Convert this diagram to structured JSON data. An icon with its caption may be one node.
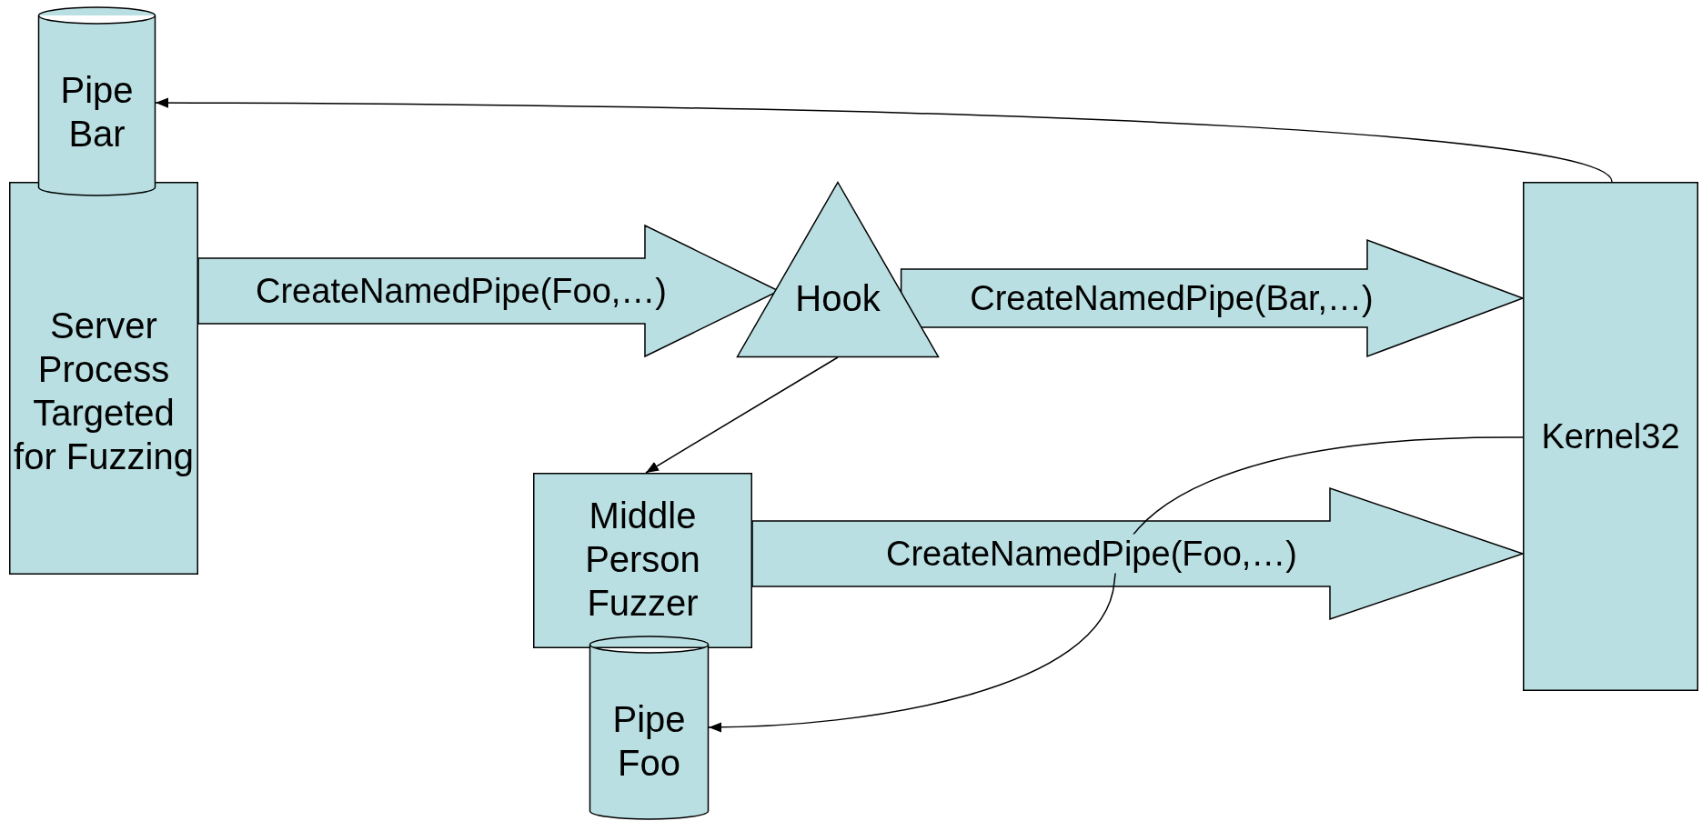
{
  "diagram": {
    "nodes": [
      {
        "text": [
          "Pipe Bar"
        ]
      },
      {
        "text": [
          "Server Process Targeted for Fuzzing"
        ]
      },
      {
        "text": [
          "Hook"
        ]
      },
      {
        "text": [
          "Kernel32"
        ]
      },
      {
        "text": [
          "Middle Person Fuzzer"
        ]
      },
      {
        "text": [
          "Pipe Foo"
        ]
      }
    ],
    "edges": [
      {
        "from": 1,
        "to": 2,
        "arrow": "to",
        "style": "thick",
        "label": "CreateNamedPipe(Foo,…)"
      },
      {
        "from": 2,
        "to": 3,
        "arrow": "to",
        "style": "thick",
        "label": "CreateNamedPipe(Bar,…)"
      },
      {
        "from": 4,
        "to": 3,
        "arrow": "to",
        "style": "thick",
        "label": "CreateNamedPipe(Foo,…)"
      },
      {
        "from": 3,
        "to": 0,
        "arrow": "to"
      },
      {
        "from": 2,
        "to": 4,
        "arrow": "to"
      },
      {
        "from": 3,
        "to": 5,
        "arrow": "to"
      }
    ]
  }
}
